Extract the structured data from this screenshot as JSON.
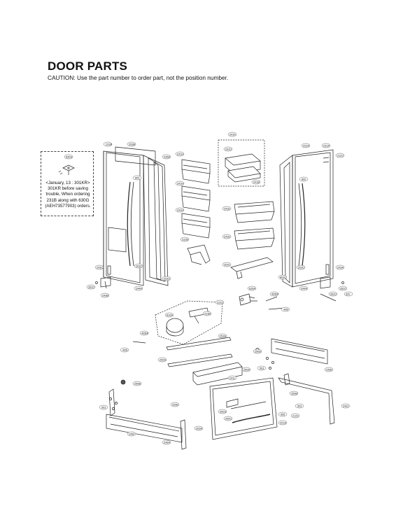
{
  "header": {
    "title": "DOOR PARTS",
    "caution": "CAUTION: Use the part number to order part, not the position number."
  },
  "note": {
    "part_label": "630G",
    "lines": [
      "<January, 13 : 301KR>",
      "301KR before saving",
      "trouble, When ordering",
      "231B along with 630G",
      "(AEH73577903) orders."
    ]
  },
  "callouts": [
    "231B",
    "203B",
    "235B",
    "241H",
    "241H",
    "241H",
    "241C",
    "241K",
    "241B",
    "241E",
    "241E",
    "312B",
    "203C",
    "222A",
    "231A",
    "212C",
    "800",
    "800",
    "203C",
    "243C",
    "262C",
    "243B",
    "244A",
    "203C",
    "203C",
    "803C",
    "243A",
    "262C",
    "262C",
    "320",
    "244A",
    "626A",
    "405M",
    "405I",
    "312C",
    "313B",
    "810A",
    "405M",
    "405I",
    "253A",
    "250A",
    "250B",
    "241L",
    "250A",
    "503",
    "249E",
    "250D",
    "503",
    "250B",
    "250G",
    "503",
    "249F",
    "249H",
    "209E",
    "203A",
    "250C",
    "555",
    "201A",
    "212C",
    "249J"
  ]
}
